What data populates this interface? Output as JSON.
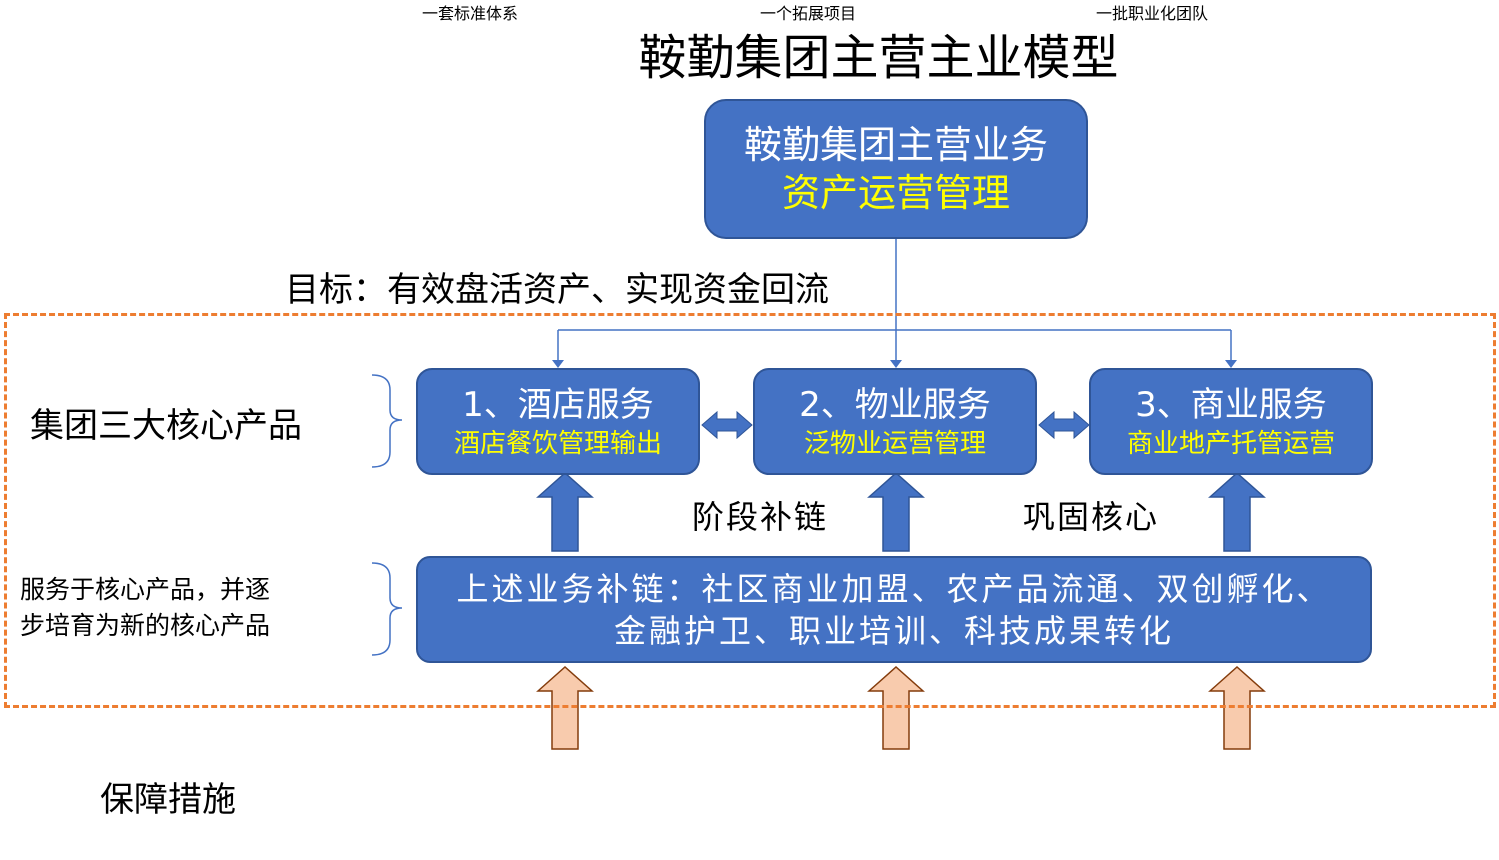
{
  "title": "鞍勤集团主营主业模型",
  "main_business": {
    "line1": "鞍勤集团主营业务",
    "line2": "资产运营管理"
  },
  "goal": "目标：有效盘活资产、实现资金回流",
  "core_label": "集团三大核心产品",
  "core_products": [
    {
      "title": "1、酒店服务",
      "subtitle": "酒店餐饮管理输出"
    },
    {
      "title": "2、物业服务",
      "subtitle": "泛物业运营管理"
    },
    {
      "title": "3、商业服务",
      "subtitle": "商业地产托管运营"
    }
  ],
  "stage_labels": {
    "left": "阶段补链",
    "right": "巩固核心"
  },
  "support_label": {
    "line1": "服务于核心产品，并逐",
    "line2": "步培育为新的核心产品"
  },
  "chain": {
    "line1": "上述业务补链：社区商业加盟、农产品流通、双创孵化、",
    "line2": "金融护卫、职业培训、科技成果转化"
  },
  "guarantee_label": "保障措施",
  "guarantees": [
    "一套标准体系",
    "一个拓展项目",
    "一批职业化团队"
  ],
  "colors": {
    "box_blue": "#4472c4",
    "box_blue_border": "#2f5597",
    "highlight_yellow": "#ffff00",
    "guarantee_orange": "#c55a11",
    "dashed_orange": "#ed7d31",
    "arrow_peach": "#f8cbad"
  }
}
